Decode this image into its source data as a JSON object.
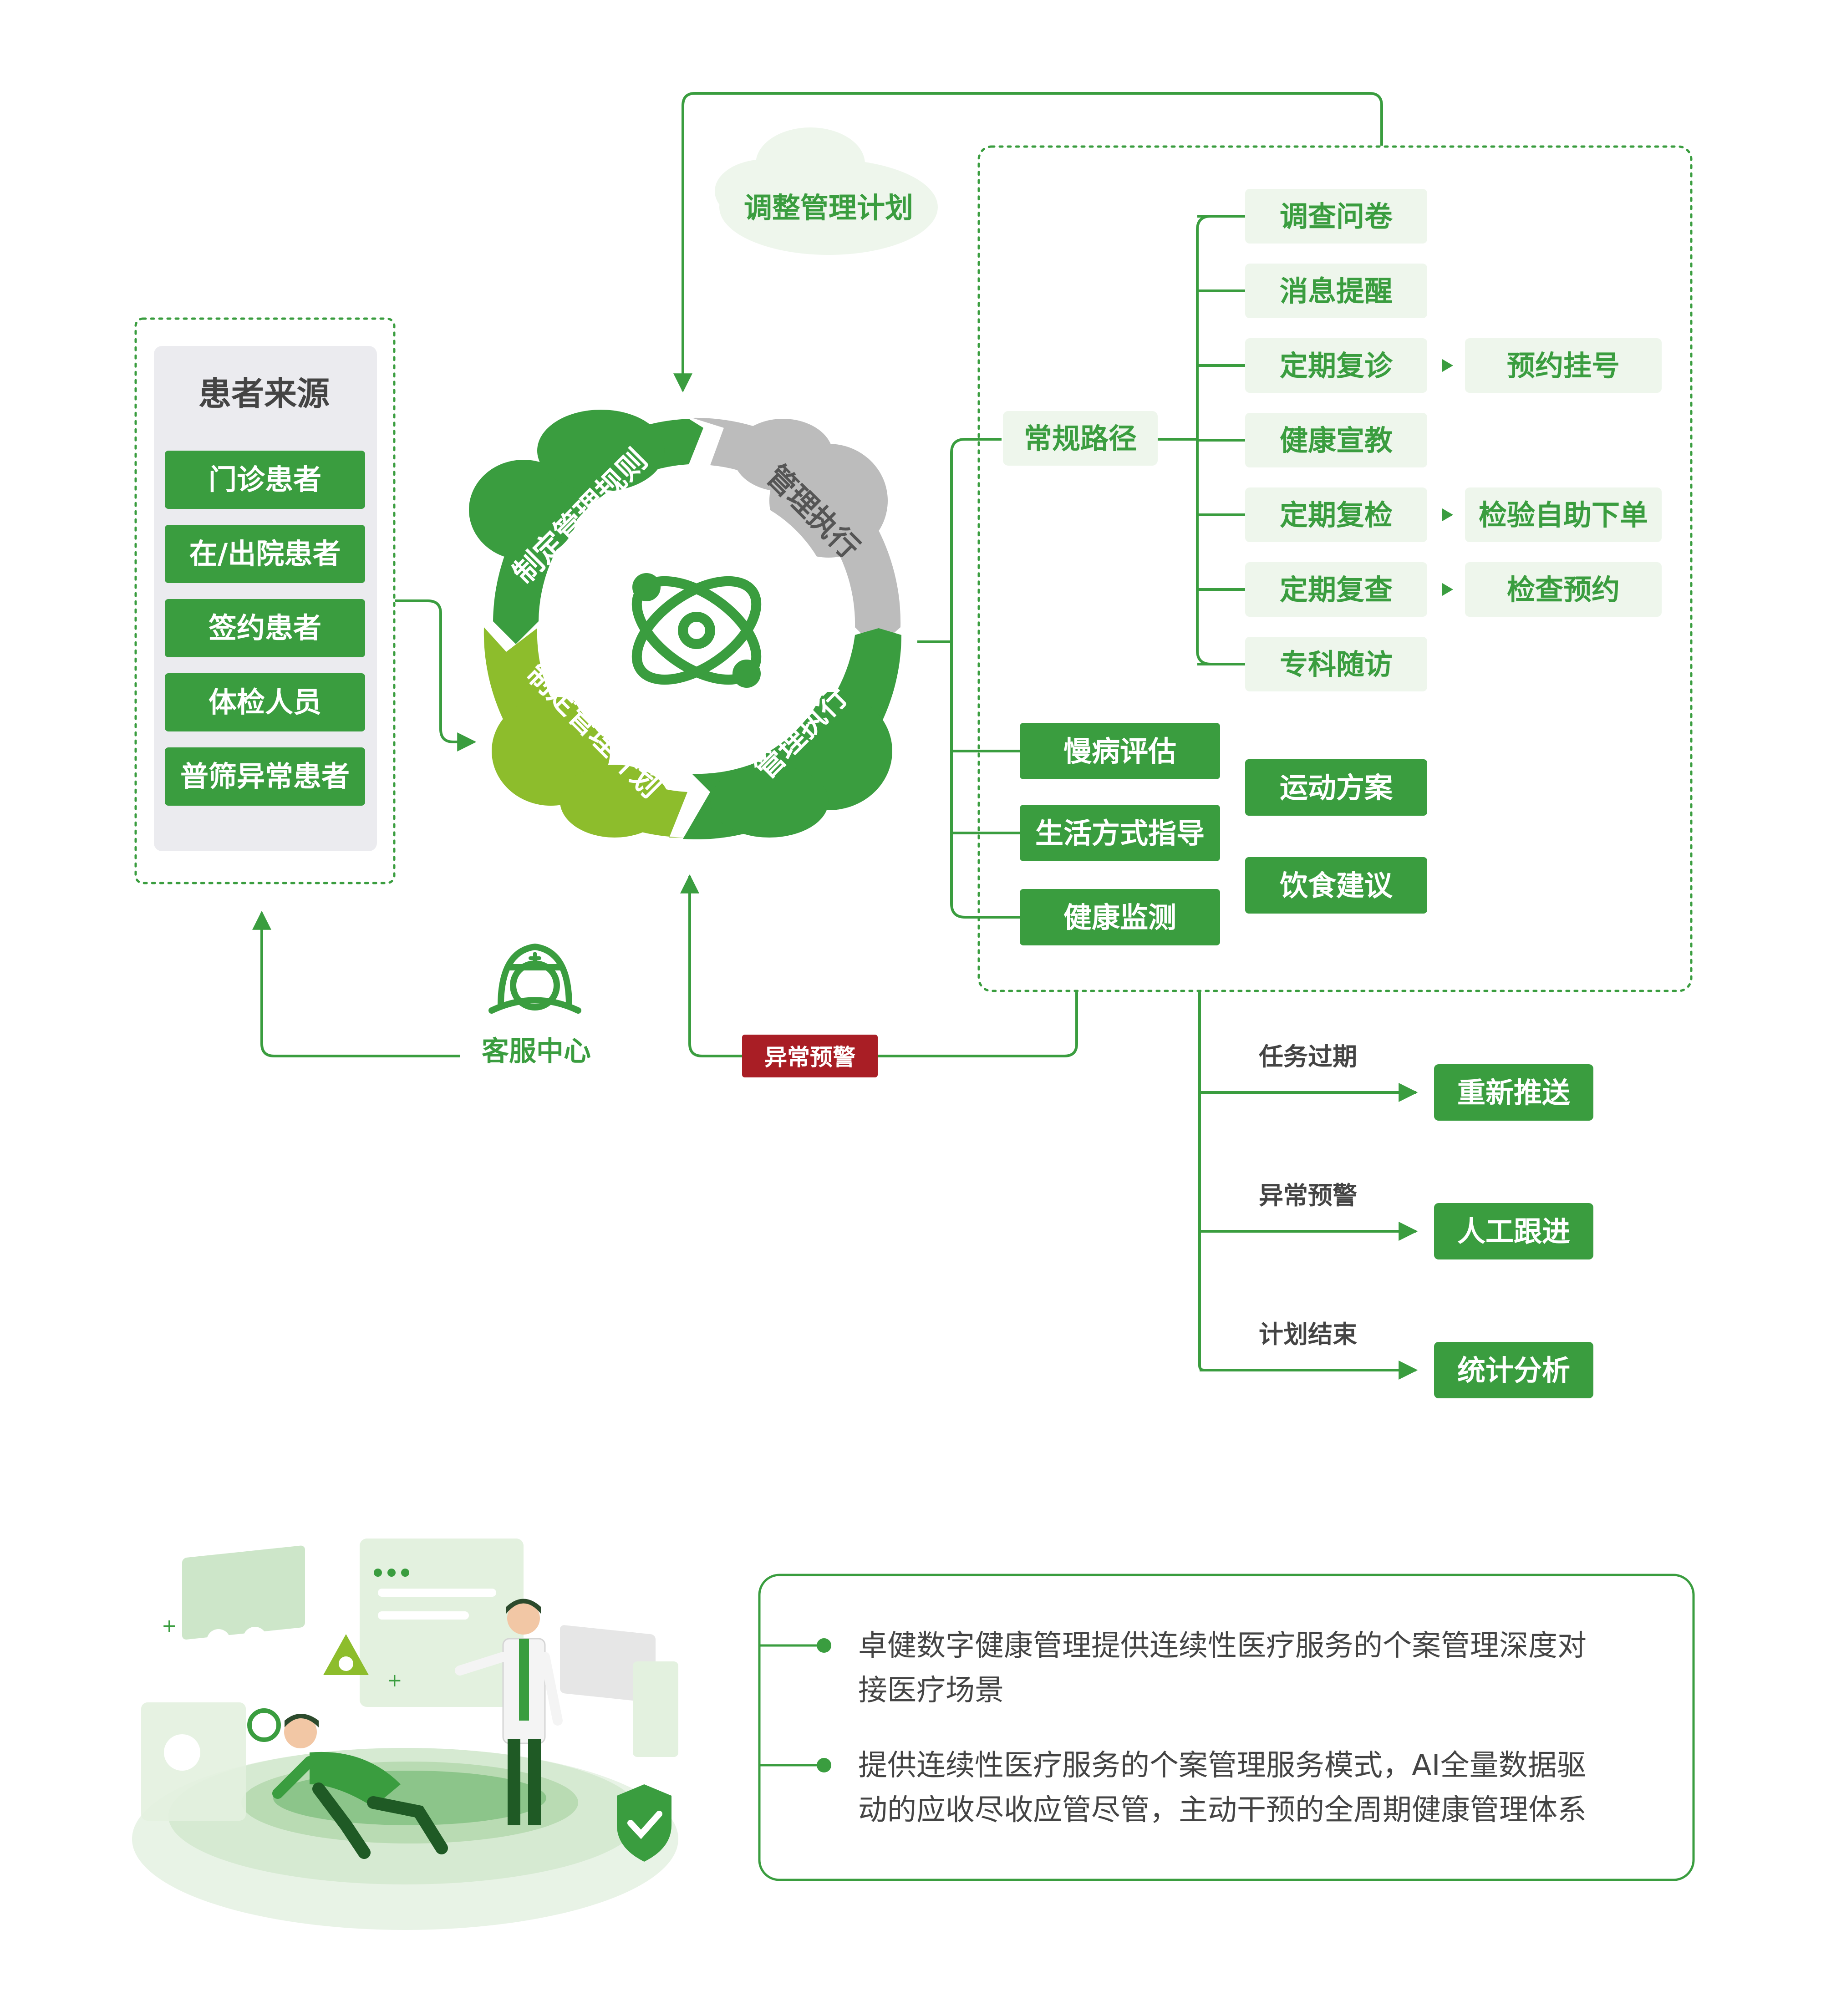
{
  "colors": {
    "green": "#3a9d3f",
    "green_dark": "#2f8f36",
    "lime": "#8dbd2c",
    "gray": "#bcbcbc",
    "light_green_bg": "#eef6ec",
    "panel_gray": "#ebebef",
    "warning_red": "#a91e25",
    "text_dark": "#444444"
  },
  "patient_sources": {
    "title": "患者来源",
    "items": [
      "门诊患者",
      "在/出院患者",
      "签约患者",
      "体检人员",
      "普筛异常患者"
    ]
  },
  "cycle": {
    "icon": "atom-icon",
    "segments": {
      "rules": "制定管理规则",
      "execute_gray": "管理执行",
      "plan": "制定管理计划",
      "execute_green": "管理执行"
    }
  },
  "adjust_plan": "调整管理计划",
  "routine_path": {
    "label": "常规路径",
    "items": [
      {
        "label": "调查问卷"
      },
      {
        "label": "消息提醒"
      },
      {
        "label": "定期复诊",
        "next": "预约挂号"
      },
      {
        "label": "健康宣教"
      },
      {
        "label": "定期复检",
        "next": "检验自助下单"
      },
      {
        "label": "定期复查",
        "next": "检查预约"
      },
      {
        "label": "专科随访"
      }
    ]
  },
  "chronic": {
    "items": [
      "慢病评估",
      "生活方式指导",
      "健康监测"
    ],
    "plans": [
      "运动方案",
      "饮食建议"
    ]
  },
  "customer_service": {
    "label": "客服中心",
    "icon": "nurse-icon"
  },
  "warning_badge": "异常预警",
  "outcomes": [
    {
      "trigger": "任务过期",
      "action": "重新推送"
    },
    {
      "trigger": "异常预警",
      "action": "人工跟进"
    },
    {
      "trigger": "计划结束",
      "action": "统计分析"
    }
  ],
  "summary": {
    "bullets": [
      {
        "lines": [
          "卓健数字健康管理提供连续性医疗服务的个案管理深度对",
          "接医疗场景"
        ]
      },
      {
        "lines": [
          "提供连续性医疗服务的个案管理服务模式，AI全量数据驱",
          "动的应收尽收应管尽管，主动干预的全周期健康管理体系"
        ]
      }
    ]
  }
}
